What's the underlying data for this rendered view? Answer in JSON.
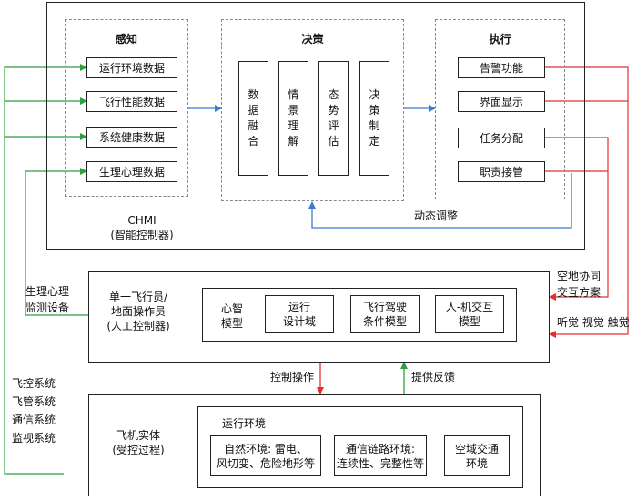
{
  "chmi": {
    "label_line1": "CHMI",
    "label_line2": "(智能控制器)",
    "perception": {
      "title": "感知",
      "items": [
        "运行环境数据",
        "飞行性能数据",
        "系统健康数据",
        "生理心理数据"
      ]
    },
    "decision": {
      "title": "决策",
      "columns": [
        {
          "chars": [
            "数",
            "据",
            "融",
            "合"
          ]
        },
        {
          "chars": [
            "情",
            "景",
            "理",
            "解"
          ]
        },
        {
          "chars": [
            "态",
            "势",
            "评",
            "估"
          ]
        },
        {
          "chars": [
            "决",
            "策",
            "制",
            "定"
          ]
        }
      ]
    },
    "execution": {
      "title": "执行",
      "items": [
        "告警功能",
        "界面显示",
        "任务分配",
        "职责接管"
      ]
    },
    "feedback_label": "动态调整"
  },
  "operator": {
    "label_line1": "单一飞行员/",
    "label_line2": "地面操作员",
    "label_line3": "(人工控制器)",
    "models": [
      {
        "line1": "心智",
        "line2": "模型"
      },
      {
        "line1": "运行",
        "line2": "设计域"
      },
      {
        "line1": "飞行驾驶",
        "line2": "条件模型"
      },
      {
        "line1": "人-机交互",
        "line2": "模型"
      }
    ]
  },
  "aircraft": {
    "label_line1": "飞机实体",
    "label_line2": "(受控过程)",
    "env_title": "运行环境",
    "envs": [
      {
        "line1": "自然环境: 雷电、",
        "line2": "风切变、危险地形等"
      },
      {
        "line1": "通信链路环境:",
        "line2": "连续性、完整性等"
      },
      {
        "line1": "空域交通",
        "line2": "环境"
      }
    ]
  },
  "side_labels": {
    "physio_line1": "生理心理",
    "physio_line2": "监测设备",
    "systems": [
      "飞控系统",
      "飞管系统",
      "通信系统",
      "监视系统"
    ],
    "air_ground_line1": "空地协同",
    "air_ground_line2": "交互方案",
    "senses": "听觉 视觉 触觉"
  },
  "arrows": {
    "control_label": "控制操作",
    "feedback_label": "提供反馈"
  },
  "colors": {
    "green": "#2e9e3e",
    "red": "#e23030",
    "blue": "#3b7bd0",
    "border": "#222222"
  }
}
